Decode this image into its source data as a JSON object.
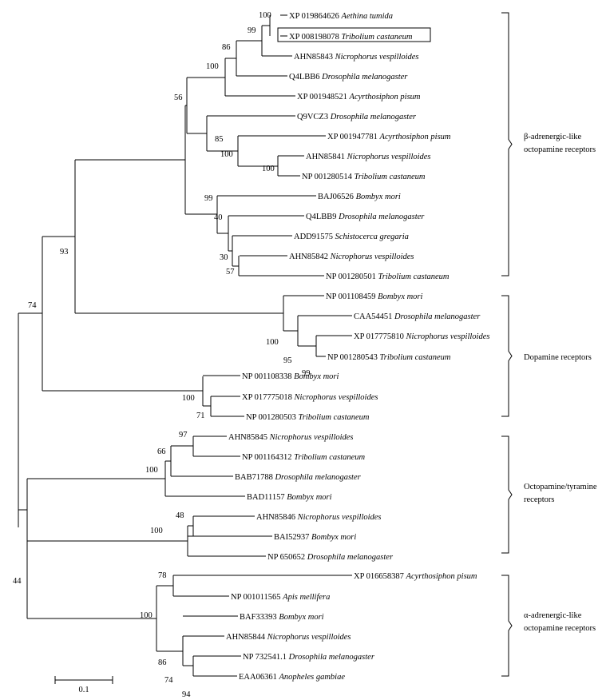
{
  "taxa": [
    {
      "id": "XP 019864626",
      "species": "Aethina tumida"
    },
    {
      "id": "XP 008198078",
      "species": "Tribolium castaneum"
    },
    {
      "id": "AHN85843",
      "species": "Nicrophorus vespilloides"
    },
    {
      "id": "Q4LBB6",
      "species": "Drosophila melanogaster"
    },
    {
      "id": "XP 001948521",
      "species": "Acyrthosiphon pisum"
    },
    {
      "id": "Q9VCZ3",
      "species": "Drosophila melanogaster"
    },
    {
      "id": "XP 001947781",
      "species": "Acyrthosiphon pisum"
    },
    {
      "id": "AHN85841",
      "species": "Nicrophorus vespilloides"
    },
    {
      "id": "NP 001280514",
      "species": "Tribolium castaneum"
    },
    {
      "id": "BAJ06526",
      "species": "Bombyx mori"
    },
    {
      "id": "Q4LBB9",
      "species": "Drosophila melanogaster"
    },
    {
      "id": "ADD91575",
      "species": "Schistocerca gregaria"
    },
    {
      "id": "AHN85842",
      "species": "Nicrophorus vespilloides"
    },
    {
      "id": "NP 001280501",
      "species": "Tribolium castaneum"
    },
    {
      "id": "NP 001108459",
      "species": "Bombyx mori"
    },
    {
      "id": "CAA54451",
      "species": "Drosophila melanogaster"
    },
    {
      "id": "XP 017775810",
      "species": "Nicrophorus vespilloides"
    },
    {
      "id": "NP 001280543",
      "species": "Tribolium castaneum"
    },
    {
      "id": "NP 001108338",
      "species": "Bombyx mori"
    },
    {
      "id": "XP 017775018",
      "species": "Nicrophorus vespilloides"
    },
    {
      "id": "NP 001280503",
      "species": "Tribolium castaneum"
    },
    {
      "id": "AHN85845",
      "species": "Nicrophorus vespilloides"
    },
    {
      "id": "NP 001164312",
      "species": "Tribolium castaneum"
    },
    {
      "id": "BAB71788",
      "species": "Drosophila melanogaster"
    },
    {
      "id": "BAD11157",
      "species": "Bombyx mori"
    },
    {
      "id": "AHN85846",
      "species": "Nicrophorus vespilloides"
    },
    {
      "id": "BAI52937",
      "species": "Bombyx mori"
    },
    {
      "id": "NP 650652",
      "species": "Drosophila melanogaster"
    },
    {
      "id": "XP 016658387",
      "species": "Acyrthosiphon pisum"
    },
    {
      "id": "NP 001011565",
      "species": "Apis mellifera"
    },
    {
      "id": "BAF33393",
      "species": "Bombyx mori"
    },
    {
      "id": "AHN85844",
      "species": "Nicrophorus vespilloides"
    },
    {
      "id": "NP 732541.1",
      "species": "Drosophila melanogaster"
    },
    {
      "id": "EAA06361",
      "species": "Anopheles gambiae"
    }
  ],
  "bootstrap": [
    "100",
    "99",
    "86",
    "100",
    "56",
    "85",
    "100",
    "100",
    "99",
    "40",
    "30",
    "57",
    "93",
    "74",
    "100",
    "95",
    "99",
    "100",
    "71",
    "97",
    "66",
    "100",
    "48",
    "100",
    "78",
    "100",
    "86",
    "74",
    "94",
    "44"
  ],
  "groups": [
    {
      "lines": [
        "β-adrenergic-like",
        "octopamine receptors"
      ]
    },
    {
      "lines": [
        "Dopamine receptors"
      ]
    },
    {
      "lines": [
        "Octopamine/tyramine",
        "receptors"
      ]
    },
    {
      "lines": [
        "α-adrenergic-like",
        "octopamine receptors"
      ]
    }
  ],
  "scale_bar": {
    "label": "0.1"
  },
  "highlighted_taxon": "XP 008198078"
}
